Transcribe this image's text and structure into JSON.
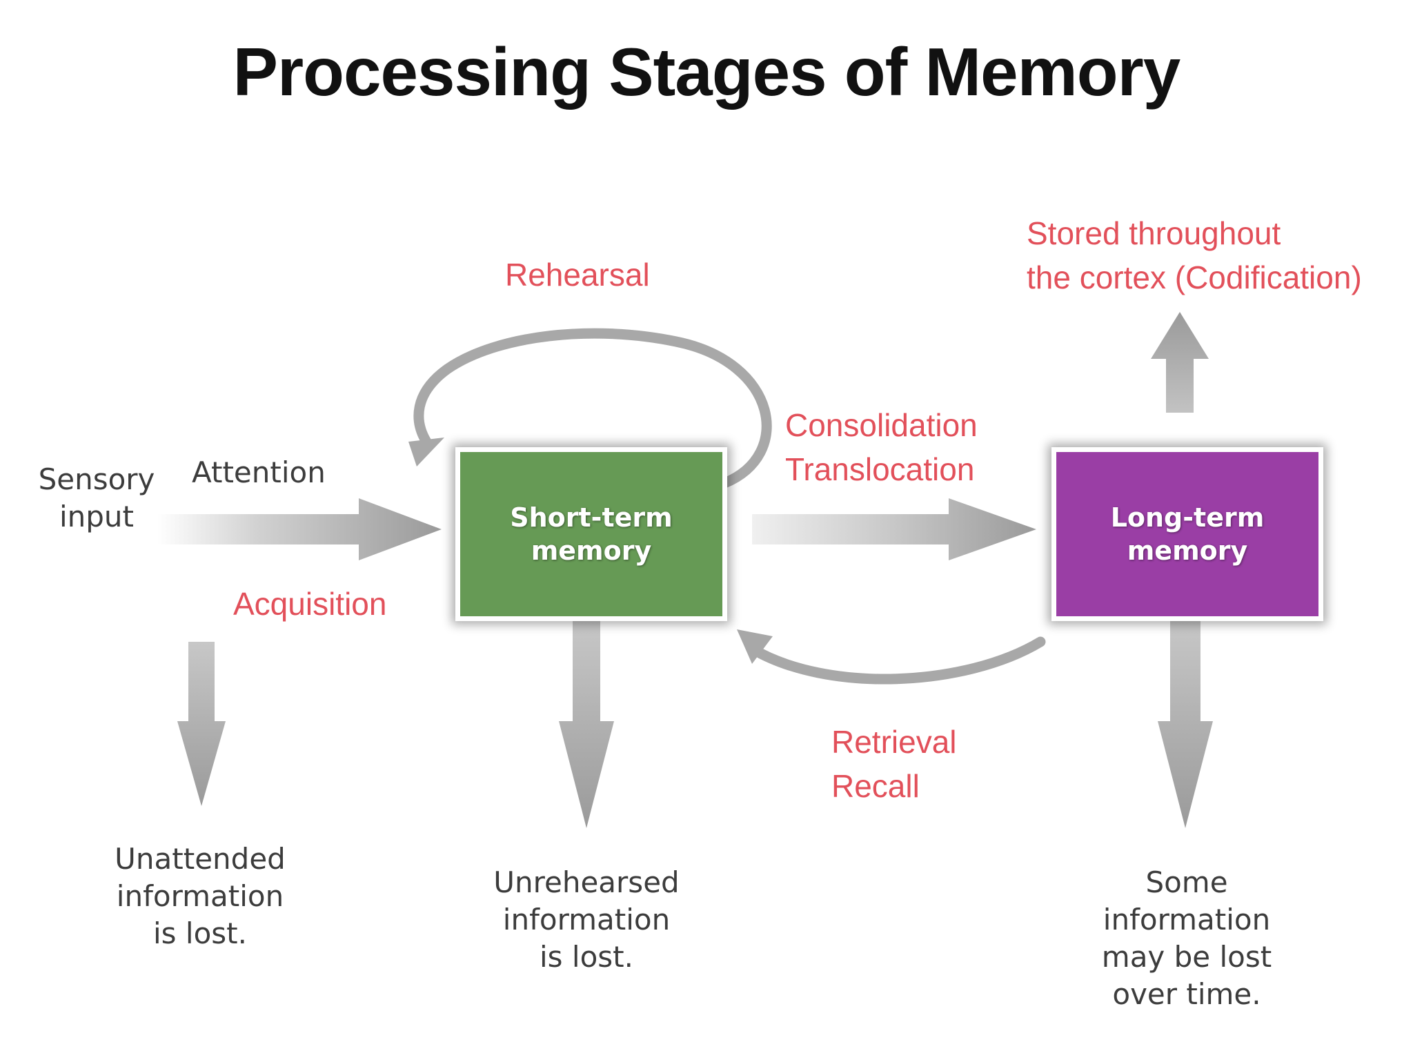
{
  "title": "Processing Stages of Memory",
  "colors": {
    "short_term_box": "#669a55",
    "long_term_box": "#9a3ea5",
    "process_label": "#e2505a",
    "arrow": "#9a9a9a",
    "text": "#3c3c3c"
  },
  "nodes": {
    "sensory_input": "Sensory\ninput",
    "short_term": "Short-term\nmemory",
    "long_term": "Long-term\nmemory"
  },
  "process_labels": {
    "attention": "Attention",
    "acquisition": "Acquisition",
    "rehearsal": "Rehearsal",
    "consolidation": "Consolidation",
    "translocation": "Translocation",
    "retrieval": "Retrieval",
    "recall": "Recall",
    "stored": "Stored throughout\nthe cortex (Codification)"
  },
  "outcomes": {
    "unattended": "Unattended\ninformation\nis lost.",
    "unrehearsed": "Unrehearsed\ninformation\nis lost.",
    "some_lost": "Some\ninformation\nmay be lost\nover time."
  }
}
